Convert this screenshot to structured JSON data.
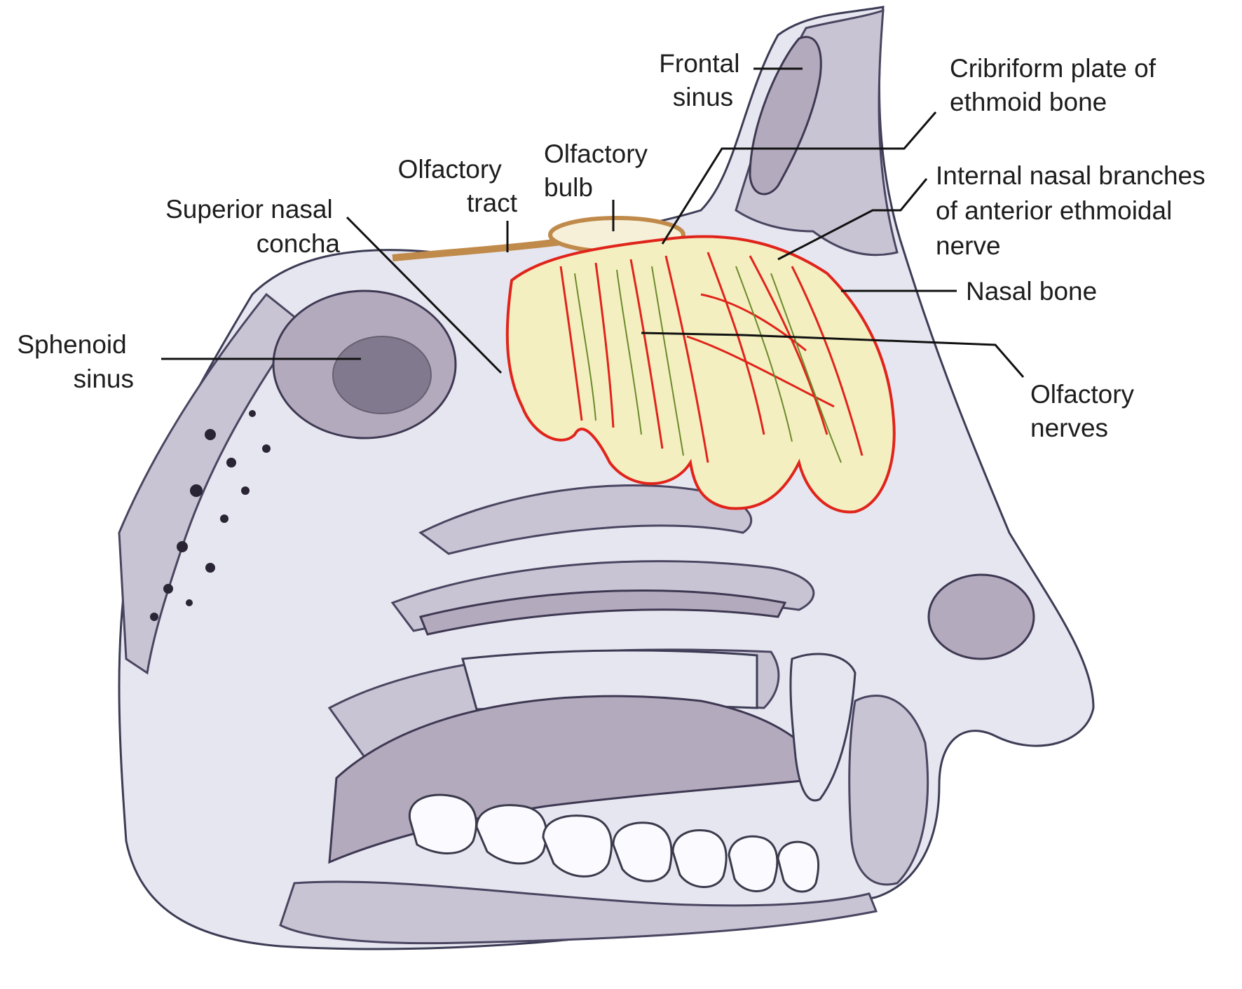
{
  "labels": {
    "frontal_sinus": [
      "Frontal",
      "sinus"
    ],
    "cribriform_plate": [
      "Cribriform plate of",
      "ethmoid bone"
    ],
    "olfactory_bulb": [
      "Olfactory",
      "bulb"
    ],
    "olfactory_tract": [
      "Olfactory",
      "tract"
    ],
    "superior_nasal_concha": [
      "Superior nasal",
      "concha"
    ],
    "internal_nasal_branches": [
      "Internal nasal branches",
      "of anterior ethmoidal",
      "nerve"
    ],
    "nasal_bone": [
      "Nasal bone"
    ],
    "sphenoid_sinus": [
      "Sphenoid",
      "sinus"
    ],
    "olfactory_nerves": [
      "Olfactory",
      "nerves"
    ]
  },
  "colors": {
    "background": "#ffffff",
    "nerve_red": "#e0241b",
    "olfactory_mucosa": "#f4efc0",
    "bone_lavender": "#e6e6f0",
    "tissue_shadow": "#b3aabd",
    "text": "#1d1d1d"
  }
}
